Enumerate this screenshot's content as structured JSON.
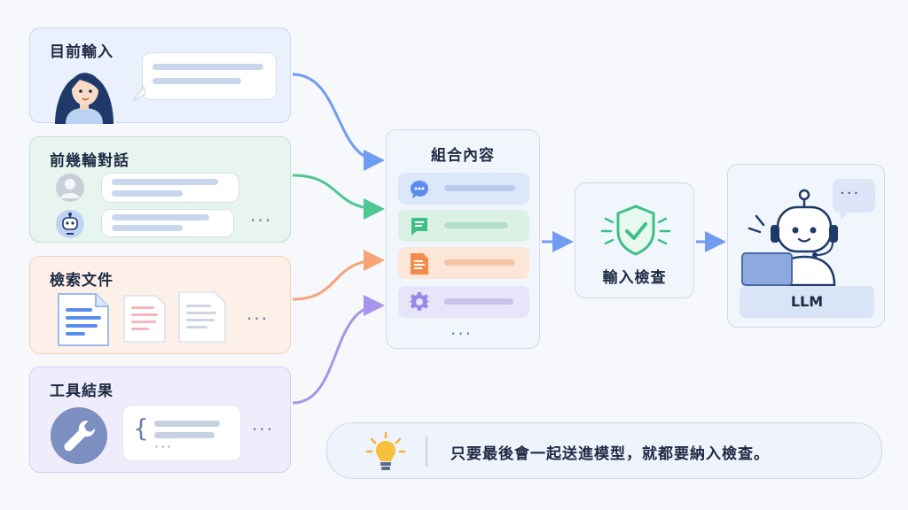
{
  "sources": {
    "current_input": {
      "title": "目前輸入"
    },
    "history": {
      "title": "前幾輪對話",
      "more": "···"
    },
    "documents": {
      "title": "檢索文件",
      "more": "···"
    },
    "tools": {
      "title": "工具結果",
      "brace": "{",
      "inner_dots": "···",
      "more": "···"
    }
  },
  "combined": {
    "title": "組合內容",
    "more": "···",
    "row_icons": [
      "chat-icon",
      "message-icon",
      "document-icon",
      "gear-icon"
    ]
  },
  "check": {
    "title": "輸入檢查"
  },
  "llm": {
    "label": "LLM",
    "bubble_dots": "···"
  },
  "tip": {
    "text": "只要最後會一起送進模型，就都要納入檢查。"
  },
  "colors": {
    "blue": "#5b8def",
    "green": "#3fbf86",
    "orange": "#f59660",
    "purple": "#9a86e6",
    "navy": "#1f3a68"
  }
}
